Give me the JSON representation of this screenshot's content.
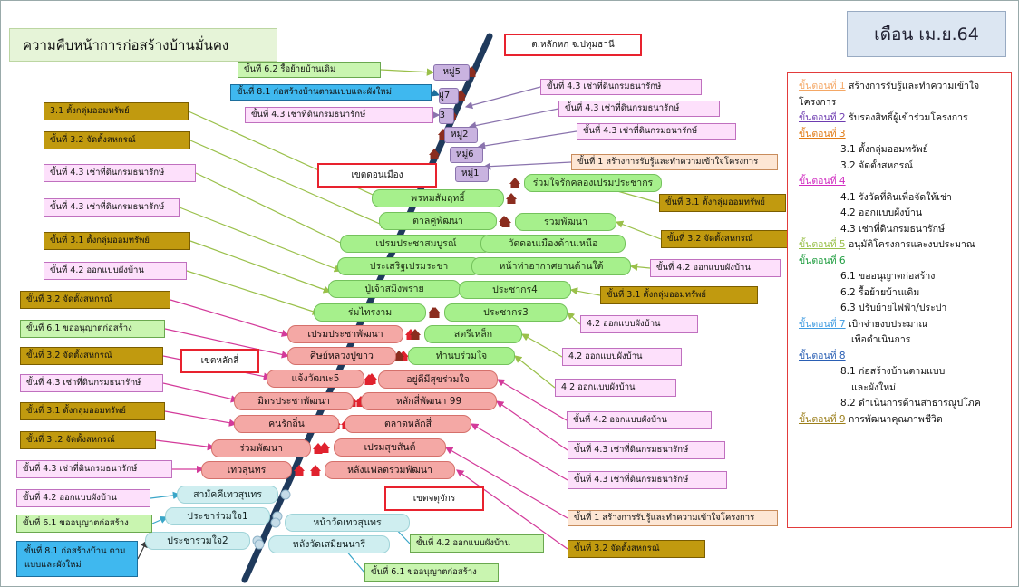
{
  "title": "ความคืบหน้าการก่อสร้างบ้านมั่นคง",
  "month": "เดือน เม.ย.64",
  "location": "ต.หลักหก  จ.ปทุมธานี",
  "zones": [
    "เขตดอนเมือง",
    "เขตหลักสี่",
    "เขตจตุจักร"
  ],
  "villages": [
    "หมู่5",
    "หมู่7",
    "หมู่3",
    "หมู่2",
    "หมู่6",
    "หมู่1"
  ],
  "communities": {
    "left": [
      "พรหมสัมฤทธิ์",
      "ตาลคู่พัฒนา",
      "เปรมประชาสมบูรณ์",
      "ประเสริฐเปรมระชา",
      "ปู่เจ้าสมิงพราย",
      "ร่มไทรงาม",
      "เปรมประชาพัฒนา",
      "ศิษย์หลวงปู่ขาว",
      "แจ้งวัฒนะ5",
      "มิตรประชาพัฒนา",
      "คนรักถิ่น",
      "ร่วมพัฒนา",
      "เทวสุนทร",
      "สามัคคีเทวสุนทร",
      "ประชาร่วมใจ1",
      "ประชาร่วมใจ2"
    ],
    "right": [
      "ร่วมใจรักคลองเปรมประชากร",
      "ร่วมพัฒนา",
      "วัดดอนเมืองด้านเหนือ",
      "หน้าท่าอากาศยานด้านใต้",
      "ประชากร4",
      "ประชากร3",
      "สตรีเหล็ก",
      "ทำนบร่วมใจ",
      "อยู่ดีมีสุขร่วมใจ",
      "หลักสี่พัฒนา 99",
      "ตลาดหลักสี่",
      "เปรมสุขสันต์",
      "หลังแฟลตร่วมพัฒนา",
      "หน้าวัดเทวสุนทร",
      "หลังวัดเสมียนนารี"
    ]
  },
  "steps_left": [
    "ขั้นที่ 6.2 รื้อย้ายบ้านเดิม",
    "ขั้นที่ 8.1 ก่อสร้างบ้านตามแบบและผังใหม่",
    "ขั้นที่ 4.3 เช่าที่ดินกรมธนารักษ์",
    "3.1 ตั้งกลุ่มออมทรัพย์",
    "ขั้นที่   3.2 จัดตั้งสหกรณ์",
    "ขั้นที่ 4.3 เช่าที่ดินกรมธนารักษ์",
    "ขั้นที่  4.3 เช่าที่ดินกรมธนารักษ์",
    "ขั้นที่ 3.1 ตั้งกลุ่มออมทรัพย์",
    "ขั้นที่  4.2 ออกแบบผังบ้าน",
    "ขั้นที่ 3.2  จัดตั้งสหกรณ์",
    "ขั้นที่ 6.1 ขออนุญาตก่อสร้าง",
    "ขั้นที่ 3.2   จัดตั้งสหกรณ์",
    "ขั้นที่ 4.3 เช่าที่ดินกรมธนารักษ์",
    "ขั้นที่ 3.1 ตั้งกลุ่มออมทรัพย์",
    "ขั้นที่ 3 .2   จัดตั้งสหกรณ์",
    "ขั้นที่ 4.3 เช่าที่ดินกรมธนารักษ์",
    "ขั้นที่ 4.2 ออกแบบผังบ้าน",
    "ขั้นที่ 6.1 ขออนุญาตก่อสร้าง",
    "ขั้นที่  8.1 ก่อสร้างบ้าน ตามแบบและผังใหม่"
  ],
  "steps_right": [
    "ขั้นที่ 4.3 เช่าที่ดินกรมธนารักษ์",
    "ขั้นที่ 4.3 เช่าที่ดินกรมธนารักษ์",
    "ขั้นที่ 4.3 เช่าที่ดินกรมธนารักษ์",
    "ขั้นที่  1  สร้างการรับรู้และทำความเข้าใจโครงการ",
    "ขั้นที่    3.1 ตั้งกลุ่มออมทรัพย์",
    "ขั้นที่    3.2  จัดตั้งสหกรณ์",
    "ขั้นที่ 4.2 ออกแบบผังบ้าน",
    "ขั้นที่ 3.1 ตั้งกลุ่มออมทรัพย์",
    "4.2 ออกแบบผังบ้าน",
    "4.2 ออกแบบผังบ้าน",
    "4.2 ออกแบบผังบ้าน",
    "ขั้นที่ 4.2 ออกแบบผังบ้าน",
    "ขั้นที่ 4.3 เช่าที่ดินกรมธนารักษ์",
    "ขั้นที่ 4.3 เช่าที่ดินกรมธนารักษ์",
    "ขั้นที่  1  สร้างการรับรู้และทำความเข้าใจโครงการ",
    "ขั้นที่ 4.2 ออกแบบผังบ้าน",
    "ขั้นที่ 3.2 จัดตั้งสหกรณ์",
    "ขั้นที่ 6.1 ขออนุญาตก่อสร้าง"
  ],
  "legend": [
    {
      "step": "ขั้นตอนที่ 1",
      "text": " สร้างการรับรู้และทำความเข้าใจ"
    },
    {
      "step": "",
      "text": "โครงการ"
    },
    {
      "step": "ขั้นตอนที่ 2",
      "text": " รับรองสิทธิ์ผู้เข้าร่วมโครงการ"
    },
    {
      "step": "ขั้นตอนที่ 3",
      "text": ""
    },
    {
      "step": "",
      "text": "3.1 ตั้งกลุ่มออมทรัพย์"
    },
    {
      "step": "",
      "text": "3.2 จัดตั้งสหกรณ์"
    },
    {
      "step": "ขั้นตอนที่ 4",
      "text": ""
    },
    {
      "step": "",
      "text": "4.1 รังวัดที่ดินเพื่อจัดให้เช่า"
    },
    {
      "step": "",
      "text": "4.2 ออกแบบผังบ้าน"
    },
    {
      "step": "",
      "text": "4.3 เช่าที่ดินกรมธนารักษ์"
    },
    {
      "step": "ขั้นตอนที่ 5",
      "text": " อนุมัติโครงการและงบประมาณ"
    },
    {
      "step": "ขั้นตอนที่ 6",
      "text": ""
    },
    {
      "step": "",
      "text": "6.1 ขออนุญาตก่อสร้าง"
    },
    {
      "step": "",
      "text": "6.2 รื้อย้ายบ้านเดิม"
    },
    {
      "step": "",
      "text": "6.3 ปรับย้ายไฟฟ้า/ประปา"
    },
    {
      "step": "ขั้นตอนที่ 7",
      "text": " เบิกจ่ายงบประมาณ"
    },
    {
      "step": "",
      "text": "เพื่อดำเนินการ"
    },
    {
      "step": "ขั้นตอนที่ 8",
      "text": ""
    },
    {
      "step": "",
      "text": "8.1 ก่อสร้างบ้านตามแบบ"
    },
    {
      "step": "",
      "text": "และผังใหม่"
    },
    {
      "step": "",
      "text": "8.2 ดำเนินการด้านสาธารณูปโภค"
    },
    {
      "step": "ขั้นตอนที่ 9",
      "text": "  การพัฒนาคุณภาพชีวิต"
    }
  ],
  "colors": {
    "step_gold": "#c19a0f",
    "step_pink": "#fde0fb",
    "step_green": "#c9f5b0",
    "step_blue": "#3fb8ef",
    "step_peach": "#fde6d4",
    "community_donmuang": "#a6f08c",
    "community_laksi": "#f4a8a5",
    "community_chatuchak": "#cfeef0",
    "village": "#c9b3e0",
    "spine": "#1f3a5c",
    "zone_border": "#e8222e",
    "house": "#8b2d1f"
  },
  "icons": [
    "house-icon",
    "dot-icon"
  ]
}
